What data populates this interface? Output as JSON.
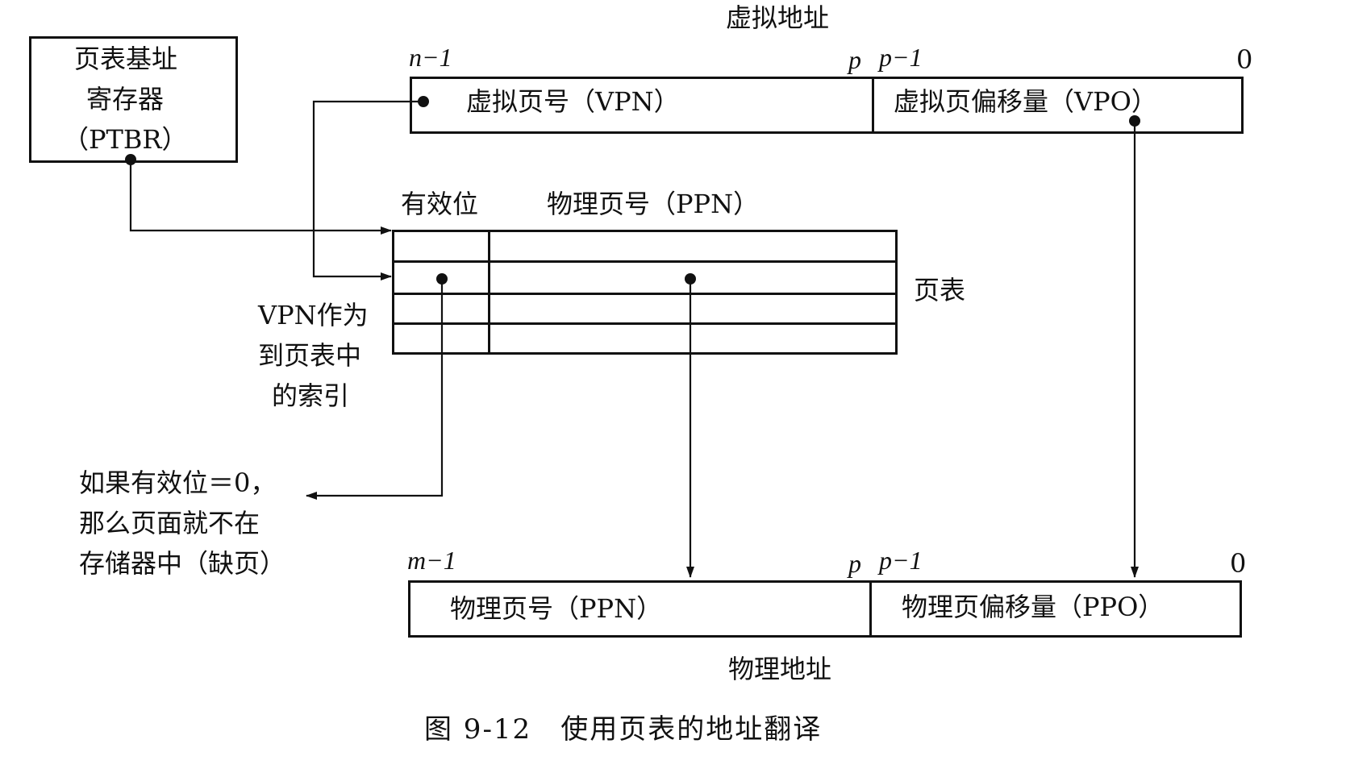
{
  "ptbr": {
    "line1": "页表基址",
    "line2": "寄存器",
    "line3": "（PTBR）"
  },
  "virtual_address": {
    "title": "虚拟地址",
    "bit_n_minus_1": "n−1",
    "bit_p": "p",
    "bit_p_minus_1": "p−1",
    "bit_0": "0",
    "vpn_label": "虚拟页号（VPN）",
    "vpo_label": "虚拟页偏移量（VPO）"
  },
  "page_table": {
    "valid_header": "有效位",
    "ppn_header": "物理页号（PPN）",
    "label": "页表",
    "index_note": {
      "line1": "VPN作为",
      "line2": "到页表中",
      "line3": "的索引"
    }
  },
  "fault_note": {
    "line1": "如果有效位＝0，",
    "line2": "那么页面就不在",
    "line3": "存储器中（缺页）"
  },
  "physical_address": {
    "title": "物理地址",
    "bit_m_minus_1": "m−1",
    "bit_p": "p",
    "bit_p_minus_1": "p−1",
    "bit_0": "0",
    "ppn_label": "物理页号（PPN）",
    "ppo_label": "物理页偏移量（PPO）"
  },
  "caption": "图 9-12　使用页表的地址翻译"
}
